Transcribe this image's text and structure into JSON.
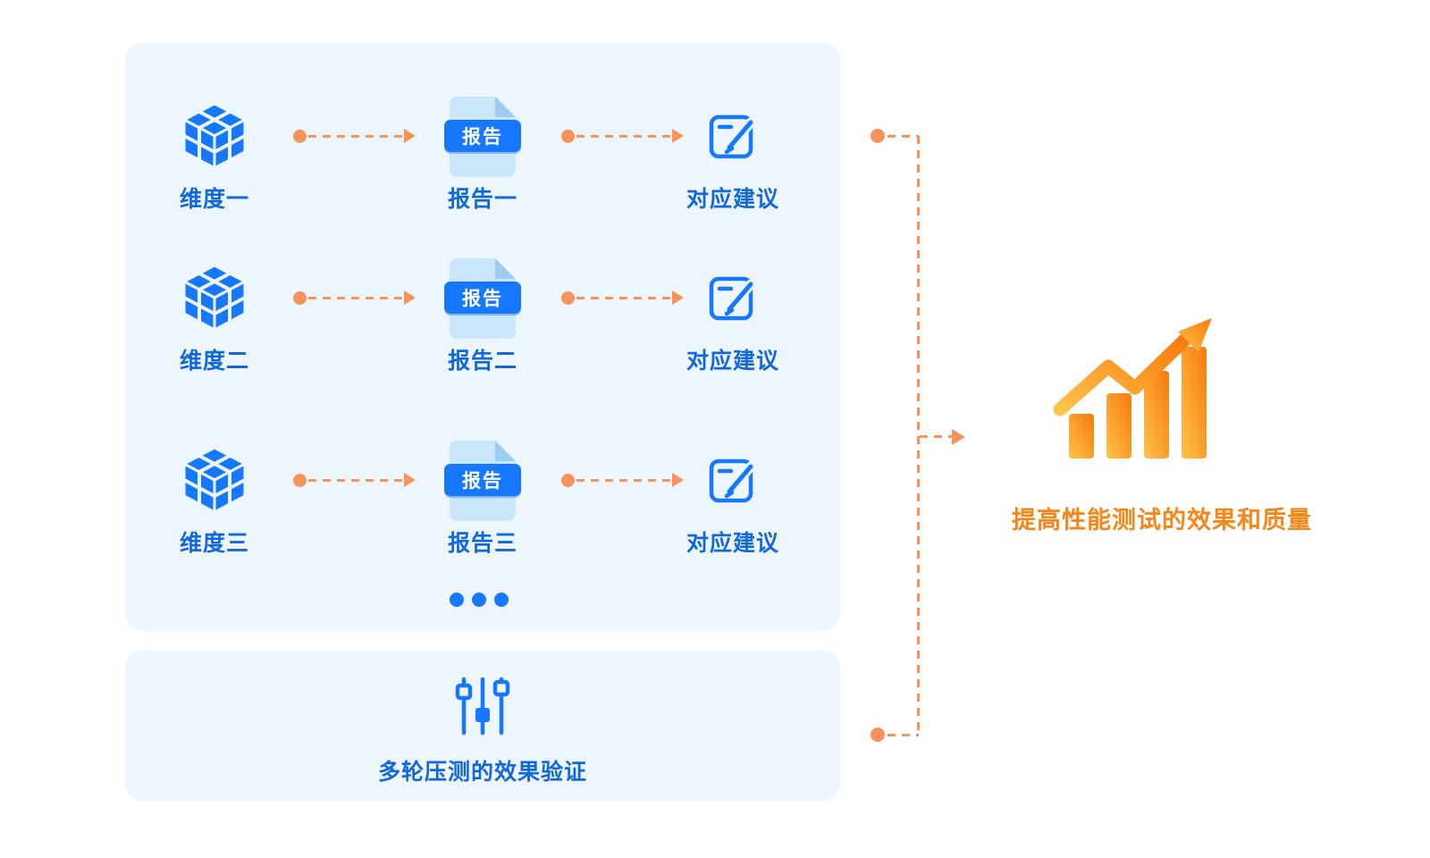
{
  "colors": {
    "panel_bg": "#EEF6FD",
    "icon_blue": "#1677FF",
    "label_blue": "#1268D9",
    "doc_fill": "#C9E6FB",
    "doc_fold": "#9DCCF3",
    "arrow_orange": "#F7935A",
    "result_text_orange": "#F5861A",
    "chart_gradient_start": "#FFC24A",
    "chart_gradient_end": "#F57A0D"
  },
  "icons": {
    "cube": "blocks-cube-icon",
    "report": "report-document-icon",
    "suggestion": "edit-note-icon",
    "sliders": "tuning-sliders-icon",
    "growth": "growth-bar-chart-arrow-icon"
  },
  "rows": [
    {
      "dimension": "维度一",
      "report_badge": "报告",
      "report": "报告一",
      "suggestion": "对应建议"
    },
    {
      "dimension": "维度二",
      "report_badge": "报告",
      "report": "报告二",
      "suggestion": "对应建议"
    },
    {
      "dimension": "维度三",
      "report_badge": "报告",
      "report": "报告三",
      "suggestion": "对应建议"
    }
  ],
  "ellipsis": "…",
  "bottom": {
    "label": "多轮压测的效果验证"
  },
  "result": {
    "label": "提高性能测试的效果和质量"
  }
}
